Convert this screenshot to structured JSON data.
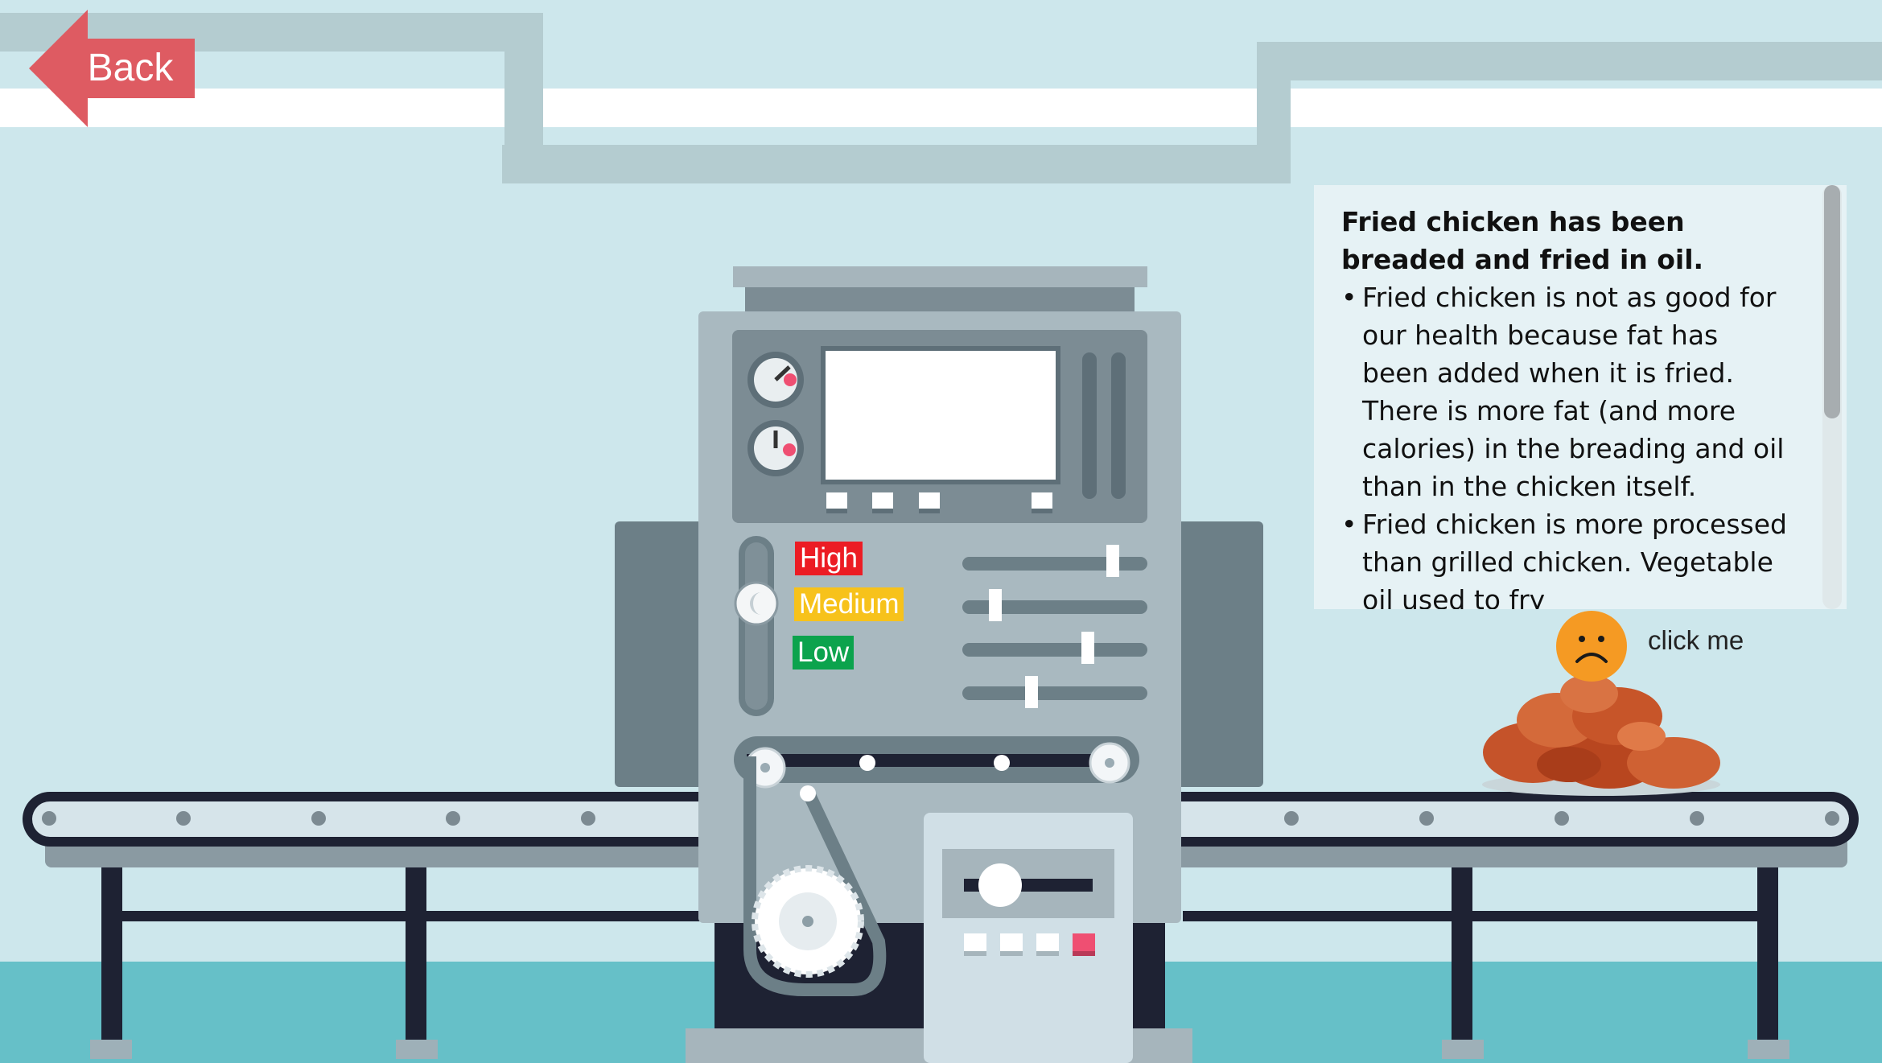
{
  "back_button": {
    "label": "Back"
  },
  "levels": {
    "high": "High",
    "medium": "Medium",
    "low": "Low"
  },
  "info_panel": {
    "title": "Fried chicken has been breaded and fried in oil.",
    "bullets": [
      "Fried chicken is not as good for our health because fat has been added when it is fried. There is more fat (and more calories) in the breading and oil than in the chicken itself.",
      "Fried chicken is more processed than grilled chicken. Vegetable oil used to fry"
    ]
  },
  "feedback": {
    "label": "click me",
    "face_icon": "sad-face-icon"
  },
  "colors": {
    "back": "#de5b62",
    "high": "#ec1c24",
    "medium": "#f7c21b",
    "low": "#0ca34d",
    "sad_face": "#f59a23"
  }
}
